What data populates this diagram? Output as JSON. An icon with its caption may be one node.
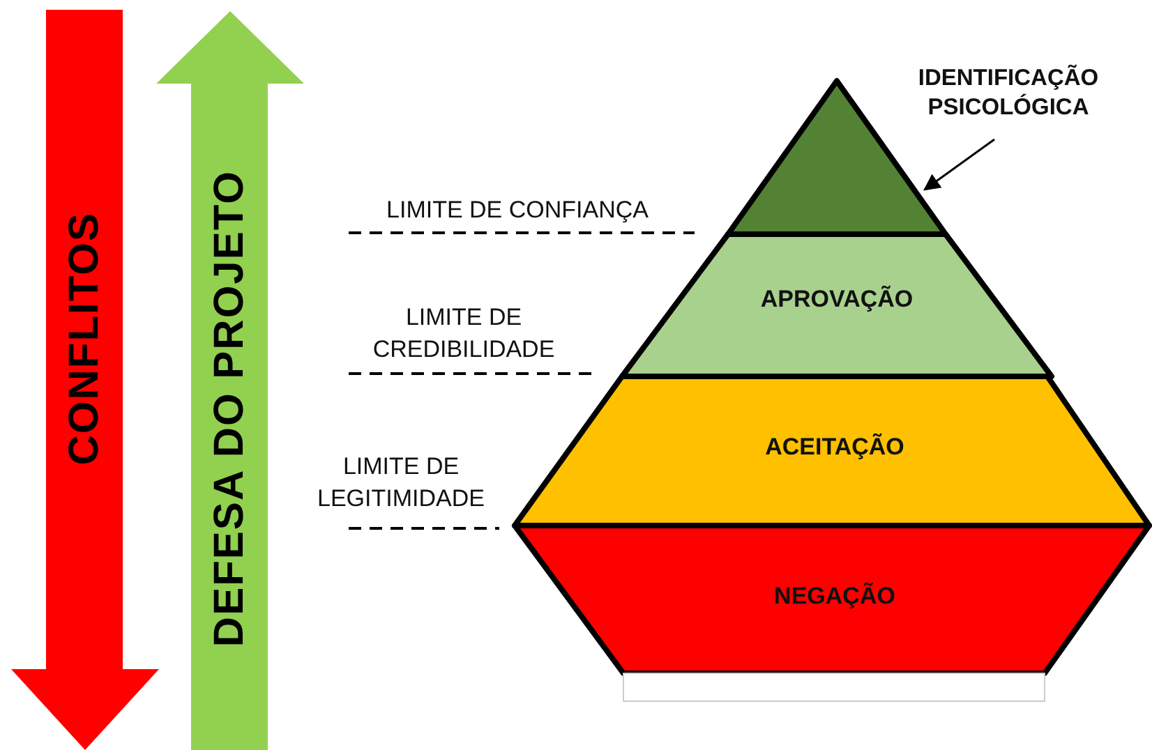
{
  "diagram": {
    "nodes": [
      {
        "text": [
          "CONFLITOS"
        ]
      },
      {
        "text": [
          "DEFESA DO PROJETO"
        ]
      },
      {
        "text": [
          "IDENTIFICAÇÃO PSICOLÓGICA"
        ]
      },
      {
        "text": [],
        "shape": "triangle"
      },
      {
        "text": [
          "APROVAÇÃO"
        ]
      },
      {
        "text": [
          "ACEITAÇÃO"
        ]
      },
      {
        "text": [
          "NEGAÇÃO"
        ]
      },
      {
        "text": [],
        "shape": "box"
      }
    ],
    "edges": [
      {
        "from": 2,
        "to": 3,
        "arrow": "to"
      }
    ],
    "labels": [
      "LIMITE DE CONFIANÇA",
      "LIMITE DE CREDIBILIDADE",
      "LIMITE DE LEGITIMIDADE"
    ]
  }
}
